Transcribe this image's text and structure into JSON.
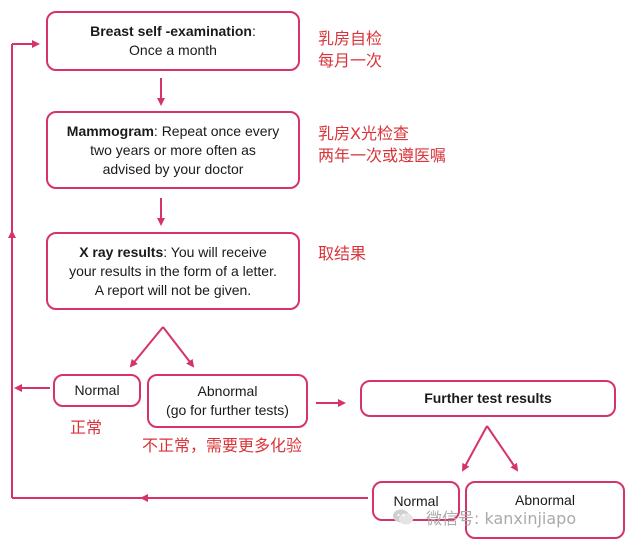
{
  "boxes": {
    "breast_self_exam": {
      "bold": "Breast self -examination",
      "rest": ":",
      "line2": "Once a month"
    },
    "mammogram": {
      "bold": "Mammogram",
      "line1_rest": ": Repeat once every",
      "line2": "two years or more often as",
      "line3": "advised by your doctor"
    },
    "xray_results": {
      "bold": "X ray results",
      "line1_rest": ": You will receive",
      "line2": "your results in the form of a letter.",
      "line3": "A report will not be given."
    },
    "normal_1": {
      "label": "Normal"
    },
    "abnormal_1": {
      "line1": "Abnormal",
      "line2": "(go for further tests)"
    },
    "further_test": {
      "label": "Further test  results"
    },
    "normal_2": {
      "label": "Normal"
    },
    "abnormal_2": {
      "label": "Abnormal"
    }
  },
  "chinese_notes": {
    "self_exam_1": "乳房自检",
    "self_exam_2": "每月一次",
    "mammogram_1": "乳房X光检查",
    "mammogram_2": "两年一次或遵医嘱",
    "xray": "取结果",
    "normal": "正常",
    "abnormal": "不正常，需要更多化验"
  },
  "watermark": {
    "text": "微信号: kanxinjiapo"
  },
  "colors": {
    "accent": "#d6336c",
    "chinese_text": "#d9343a"
  }
}
